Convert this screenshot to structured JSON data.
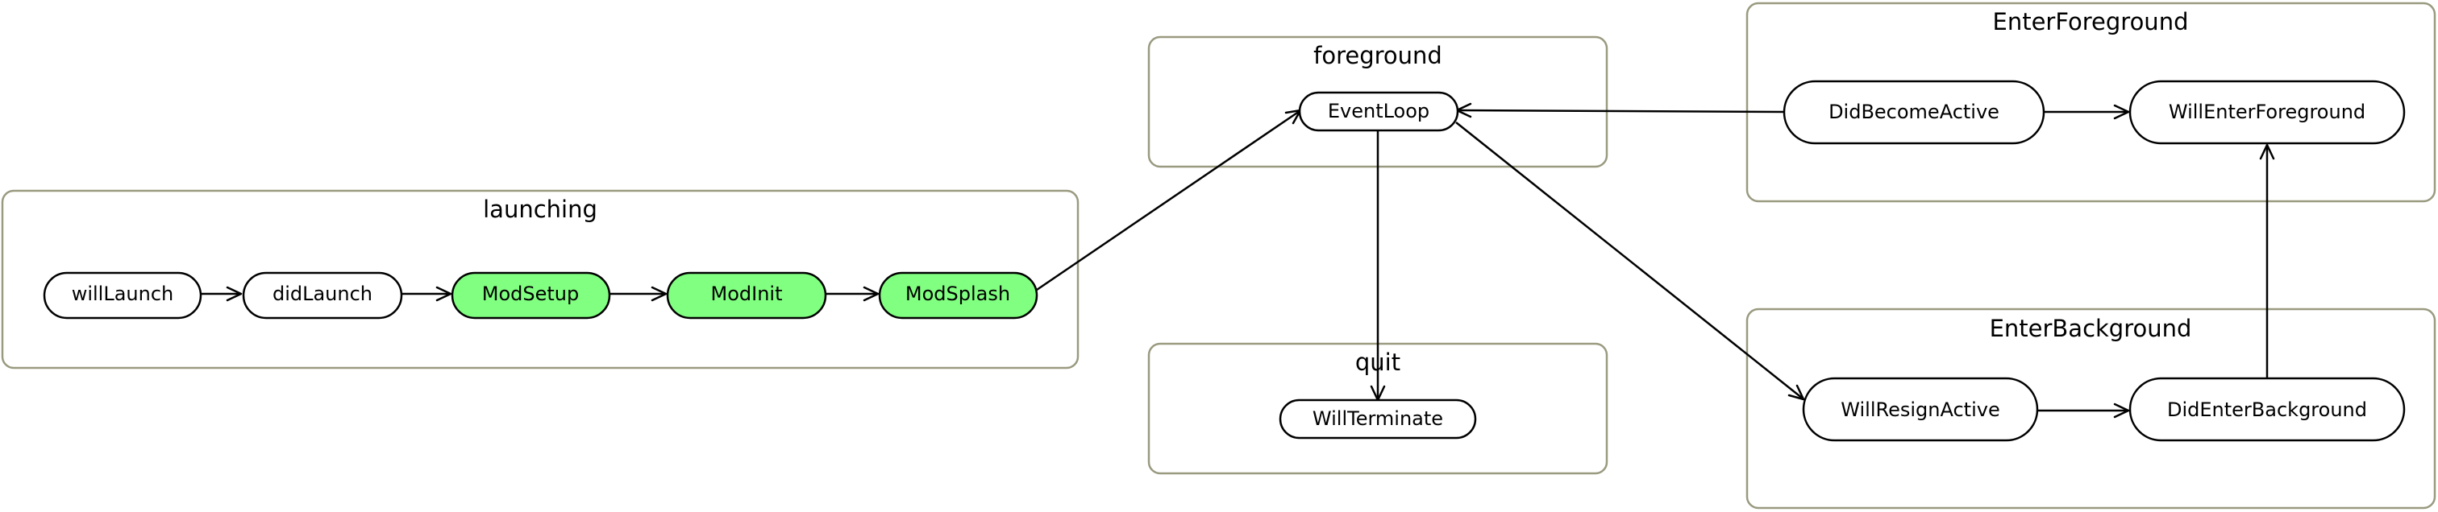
{
  "colors": {
    "cluster_border": "#9a9a80",
    "node_border": "#000000",
    "node_fill_default": "#ffffff",
    "node_fill_highlight": "#80ff80"
  },
  "clusters": [
    {
      "id": "launching",
      "label": "launching"
    },
    {
      "id": "foreground",
      "label": "foreground"
    },
    {
      "id": "quit",
      "label": "quit"
    },
    {
      "id": "enterforeground",
      "label": "EnterForeground"
    },
    {
      "id": "enterbackground",
      "label": "EnterBackground"
    }
  ],
  "nodes": [
    {
      "id": "willLaunch",
      "label": "willLaunch",
      "cluster": "launching",
      "highlight": false
    },
    {
      "id": "didLaunch",
      "label": "didLaunch",
      "cluster": "launching",
      "highlight": false
    },
    {
      "id": "ModSetup",
      "label": "ModSetup",
      "cluster": "launching",
      "highlight": true
    },
    {
      "id": "ModInit",
      "label": "ModInit",
      "cluster": "launching",
      "highlight": true
    },
    {
      "id": "ModSplash",
      "label": "ModSplash",
      "cluster": "launching",
      "highlight": true
    },
    {
      "id": "EventLoop",
      "label": "EventLoop",
      "cluster": "foreground",
      "highlight": false
    },
    {
      "id": "WillTerminate",
      "label": "WillTerminate",
      "cluster": "quit",
      "highlight": false
    },
    {
      "id": "DidBecomeActive",
      "label": "DidBecomeActive",
      "cluster": "enterforeground",
      "highlight": false
    },
    {
      "id": "WillEnterForeground",
      "label": "WillEnterForeground",
      "cluster": "enterforeground",
      "highlight": false
    },
    {
      "id": "WillResignActive",
      "label": "WillResignActive",
      "cluster": "enterbackground",
      "highlight": false
    },
    {
      "id": "DidEnterBackground",
      "label": "DidEnterBackground",
      "cluster": "enterbackground",
      "highlight": false
    }
  ],
  "edges": [
    {
      "from": "willLaunch",
      "to": "didLaunch"
    },
    {
      "from": "didLaunch",
      "to": "ModSetup"
    },
    {
      "from": "ModSetup",
      "to": "ModInit"
    },
    {
      "from": "ModInit",
      "to": "ModSplash"
    },
    {
      "from": "ModSplash",
      "to": "EventLoop"
    },
    {
      "from": "EventLoop",
      "to": "WillTerminate"
    },
    {
      "from": "EventLoop",
      "to": "WillResignActive"
    },
    {
      "from": "WillResignActive",
      "to": "DidEnterBackground"
    },
    {
      "from": "DidEnterBackground",
      "to": "WillEnterForeground"
    },
    {
      "from": "DidBecomeActive",
      "to": "WillEnterForeground"
    },
    {
      "from": "DidBecomeActive",
      "to": "EventLoop"
    }
  ]
}
